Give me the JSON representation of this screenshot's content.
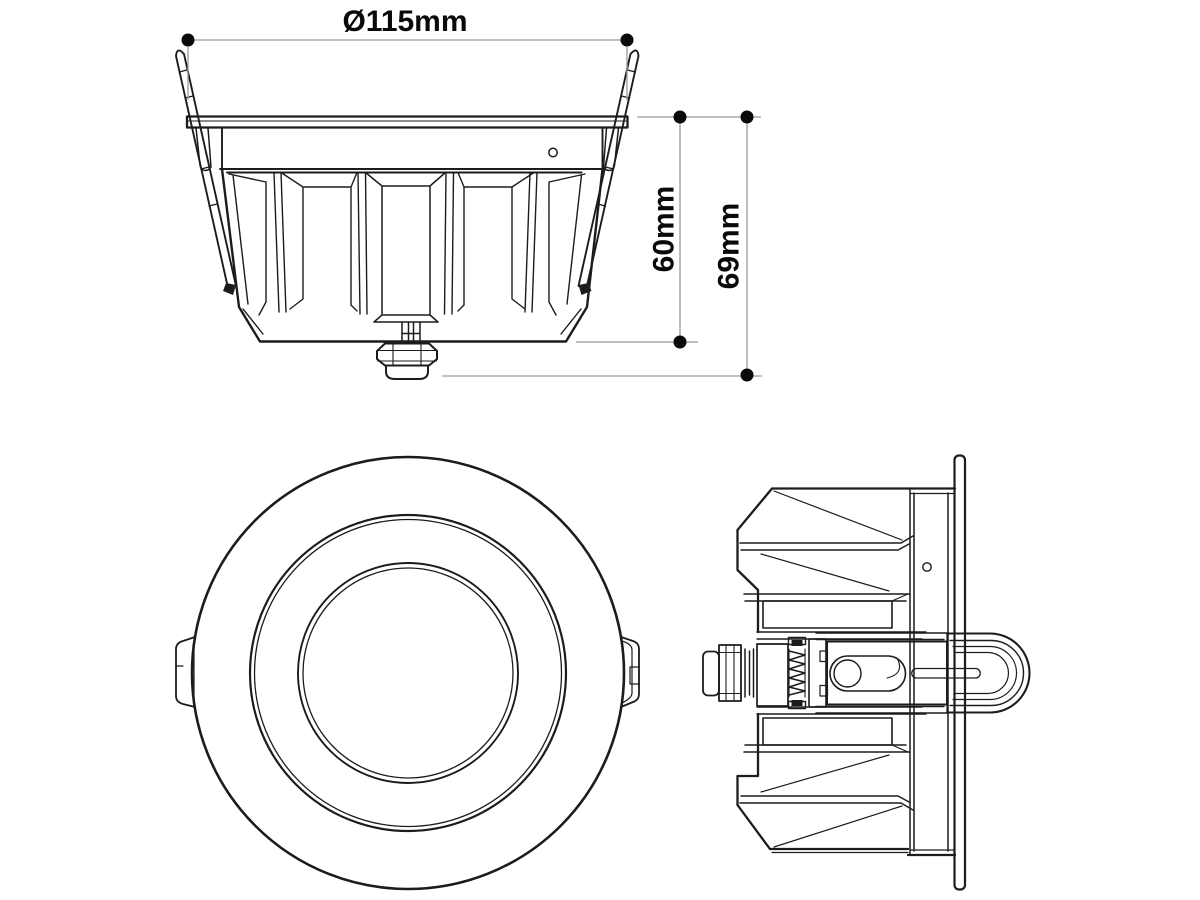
{
  "drawing": {
    "labels": {
      "diameter": "Ø115mm",
      "recess_depth": "60mm",
      "overall_depth": "69mm"
    },
    "style": {
      "line_color": "#1c1c1c",
      "dimension_line_color": "#9a9a9a",
      "text_color": "#0a0a0a"
    }
  }
}
